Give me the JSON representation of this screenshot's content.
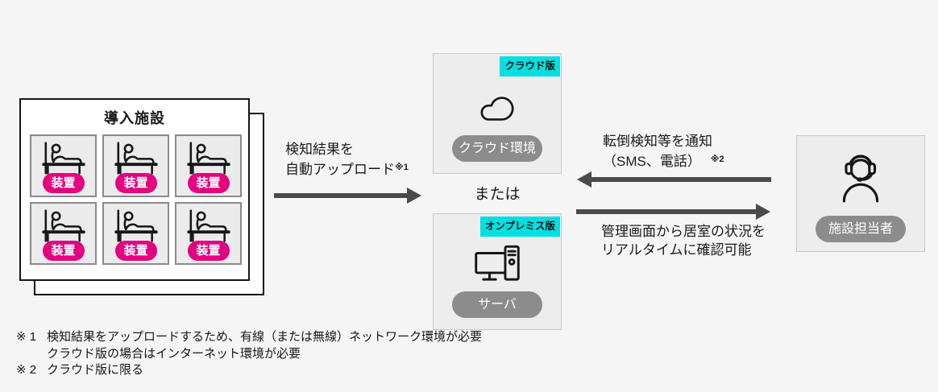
{
  "colors": {
    "device_magenta": "#e4007f",
    "badge_cyan": "#00e0e0",
    "pill_gray": "#8c8c8c",
    "arrow_gray": "#4a4a4a",
    "background": "#f5f5f5"
  },
  "facility": {
    "title": "導入施設",
    "device_label": "装置"
  },
  "upload": {
    "line1": "検知結果を",
    "line2": "自動アップロード",
    "note_ref": "※1"
  },
  "cloud": {
    "badge": "クラウド版",
    "label": "クラウド環境"
  },
  "or_label": "または",
  "onprem": {
    "badge": "オンプレミス版",
    "label": "サーバ"
  },
  "staff": {
    "label": "施設担当者"
  },
  "notify": {
    "line1": "転倒検知等を通知",
    "line2": "（SMS、電話）",
    "note_ref": "※2"
  },
  "monitor": {
    "line1": "管理画面から居室の状況を",
    "line2": "リアルタイムに確認可能"
  },
  "footnotes": {
    "n1_marker": "※ 1",
    "n1_line1": "検知結果をアップロードするため、有線（または無線）ネットワーク環境が必要",
    "n1_line2": "クラウド版の場合はインターネット環境が必要",
    "n2_marker": "※ 2",
    "n2_line1": "クラウド版に限る"
  }
}
